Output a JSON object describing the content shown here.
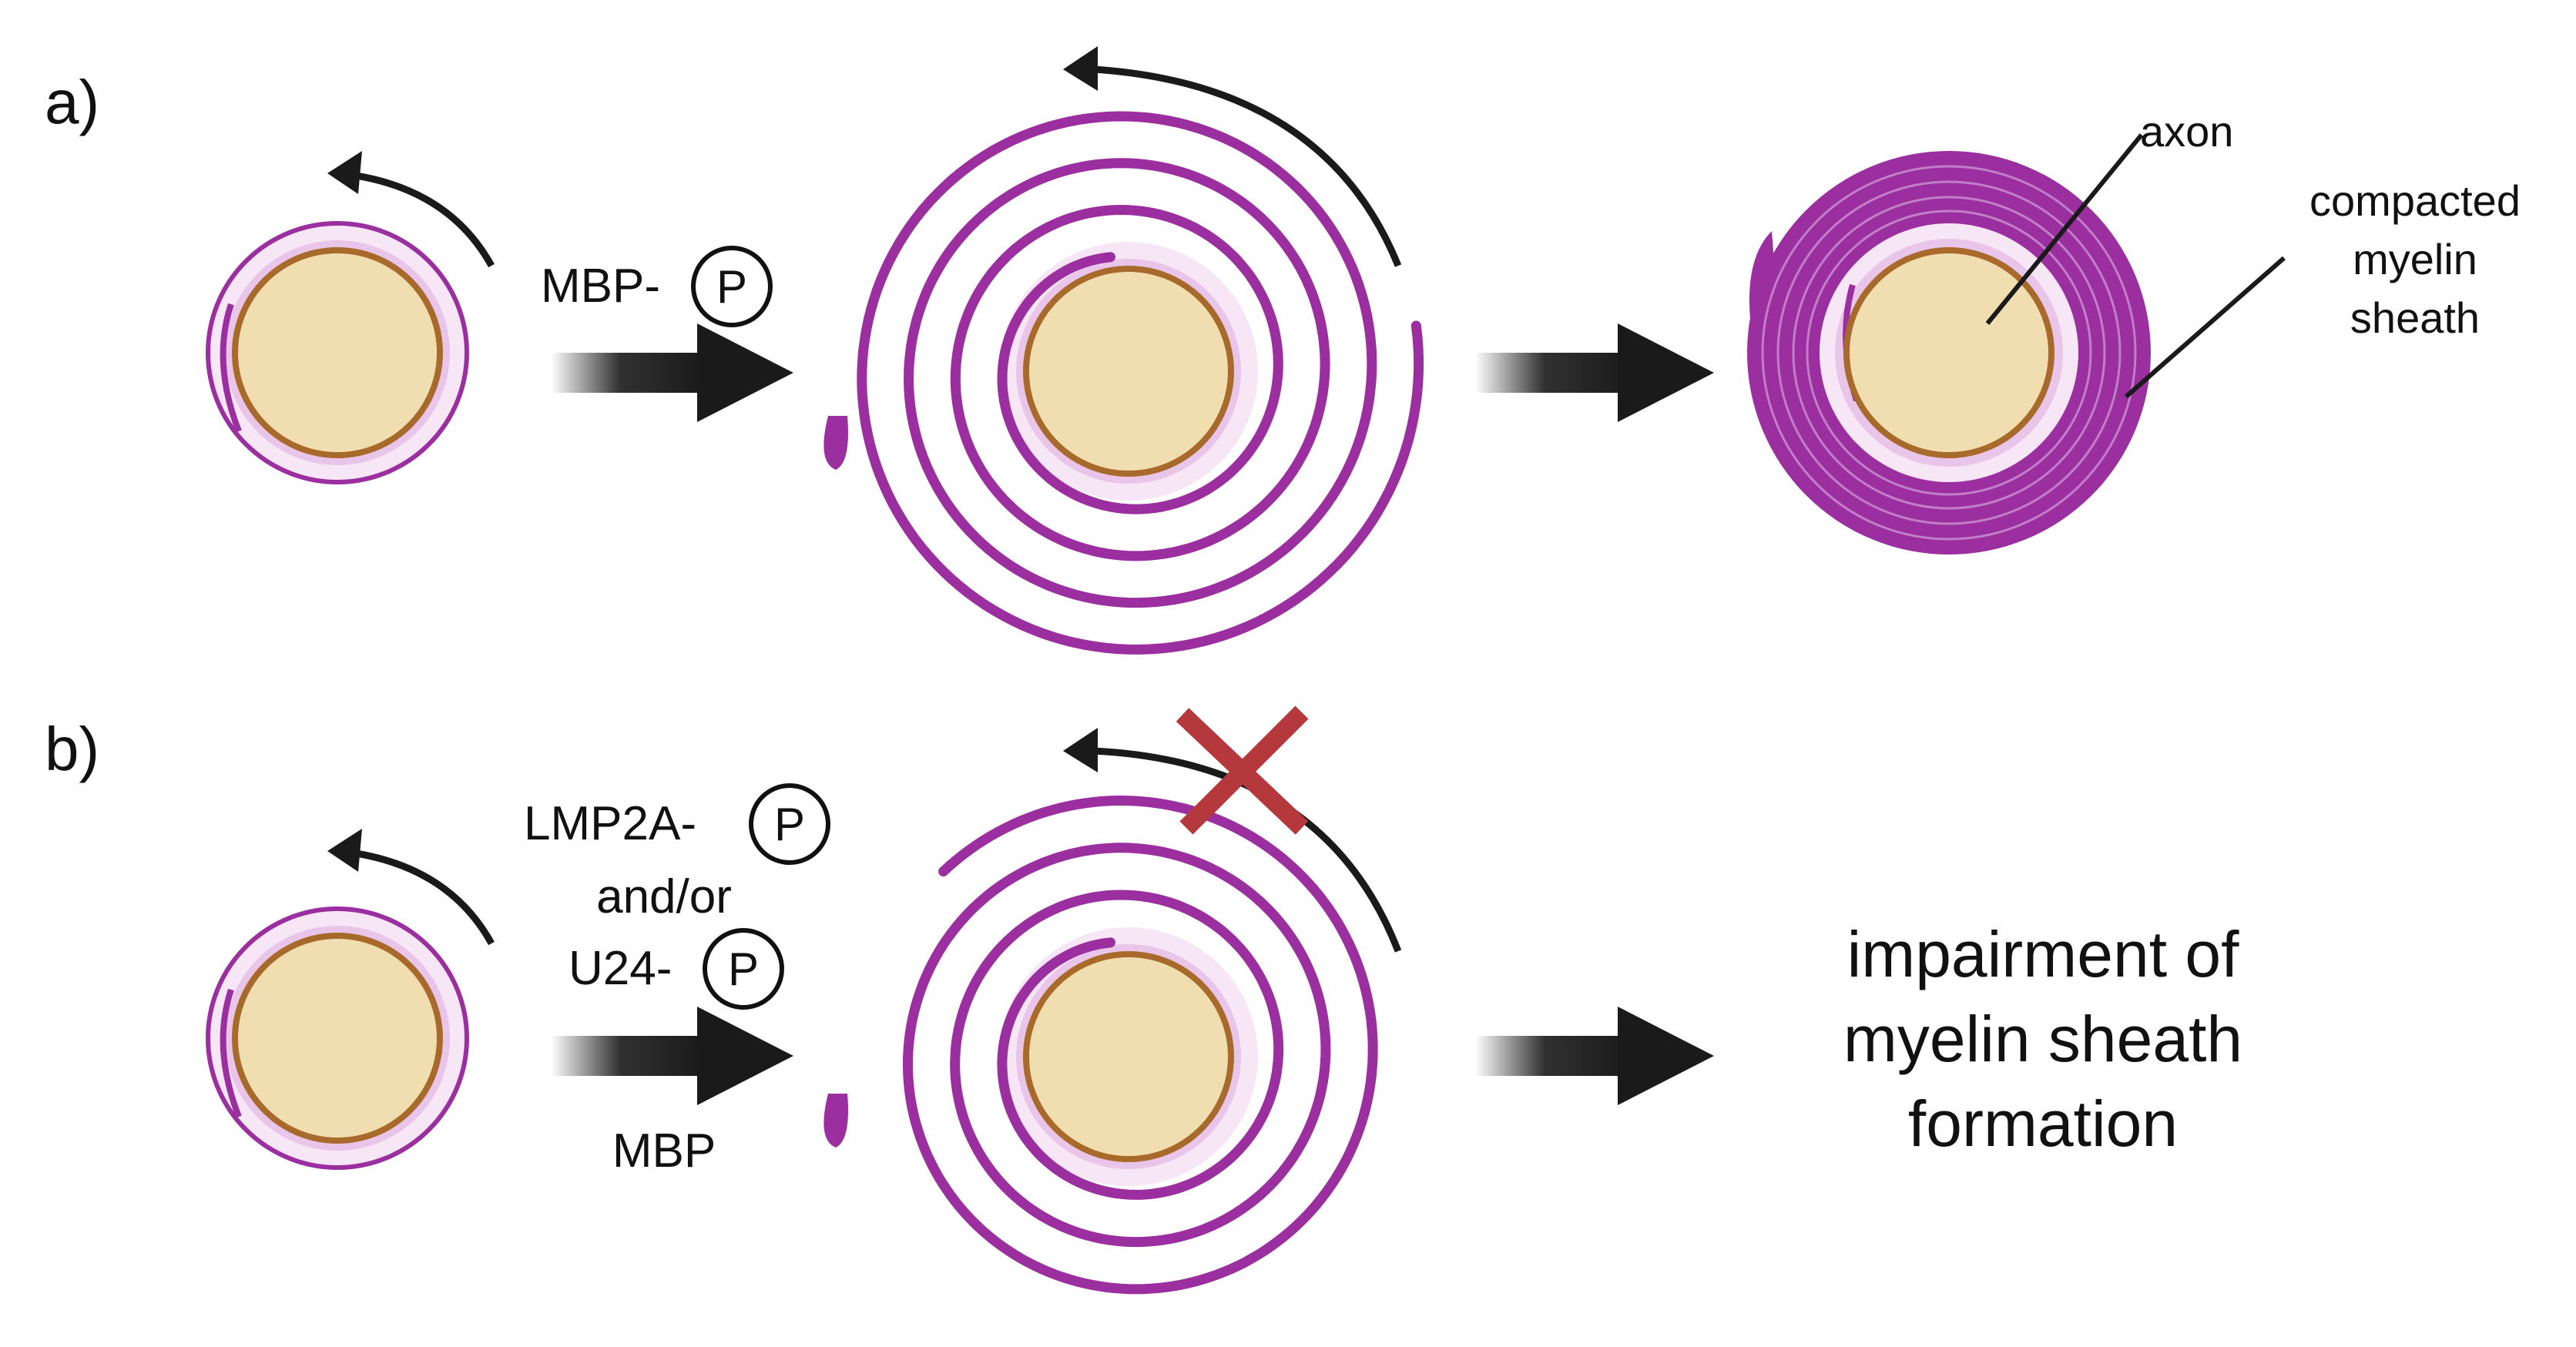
{
  "panels": {
    "a": {
      "label": "a)",
      "arrow1_label": "MBP-",
      "phospho_symbol": "P",
      "axon_label": "axon",
      "sheath_label_lines": [
        "compacted",
        "myelin",
        "sheath"
      ]
    },
    "b": {
      "label": "b)",
      "arrow1_lines": [
        "LMP2A-",
        "and/or",
        "U24-"
      ],
      "phospho_symbol": "P",
      "below_arrow_label": "MBP",
      "result_lines": [
        "impairment of",
        "myelin sheath",
        "formation"
      ]
    }
  },
  "icons": [
    "cell-icon",
    "myelin-spiral-icon",
    "compacted-myelin-icon",
    "rotation-arrow-icon",
    "block-x-icon",
    "process-arrow-icon"
  ],
  "colors": {
    "axon_fill": "#f0deb0",
    "axon_stroke": "#a86a2a",
    "myelin": "#9b2fa0",
    "myelin_light": "#e9c5ea",
    "block_x": "#b5383d",
    "arrow": "#1a1a1a"
  }
}
